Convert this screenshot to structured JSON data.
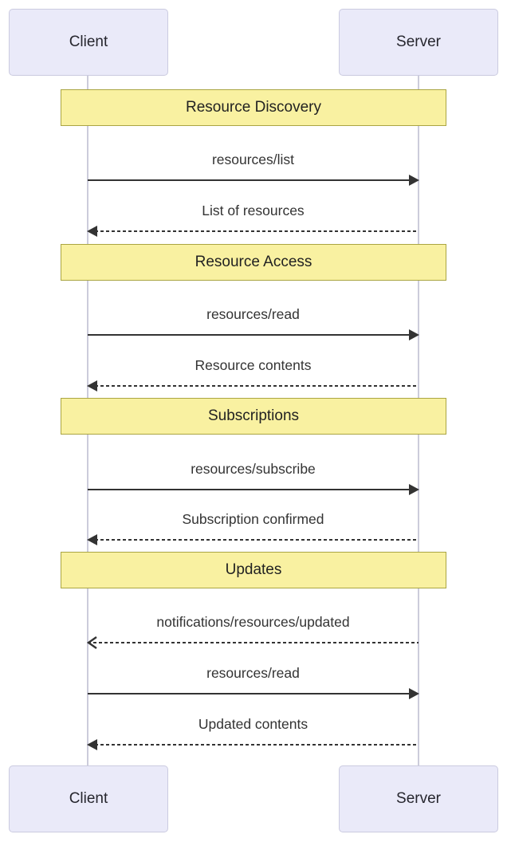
{
  "diagram": {
    "type": "sequence",
    "actors": [
      {
        "id": "client",
        "label": "Client"
      },
      {
        "id": "server",
        "label": "Server"
      }
    ],
    "sections": [
      {
        "label": "Resource Discovery"
      },
      {
        "label": "Resource Access"
      },
      {
        "label": "Subscriptions"
      },
      {
        "label": "Updates"
      }
    ],
    "messages": [
      {
        "label": "resources/list",
        "from": "Client",
        "to": "Server",
        "line": "solid",
        "head": "filled"
      },
      {
        "label": "List of resources",
        "from": "Server",
        "to": "Client",
        "line": "dashed",
        "head": "filled"
      },
      {
        "label": "resources/read",
        "from": "Client",
        "to": "Server",
        "line": "solid",
        "head": "filled"
      },
      {
        "label": "Resource contents",
        "from": "Server",
        "to": "Client",
        "line": "dashed",
        "head": "filled"
      },
      {
        "label": "resources/subscribe",
        "from": "Client",
        "to": "Server",
        "line": "solid",
        "head": "filled"
      },
      {
        "label": "Subscription confirmed",
        "from": "Server",
        "to": "Client",
        "line": "dashed",
        "head": "filled"
      },
      {
        "label": "notifications/resources/updated",
        "from": "Server",
        "to": "Client",
        "line": "dashed",
        "head": "open"
      },
      {
        "label": "resources/read",
        "from": "Client",
        "to": "Server",
        "line": "solid",
        "head": "filled"
      },
      {
        "label": "Updated contents",
        "from": "Server",
        "to": "Client",
        "line": "dashed",
        "head": "filled"
      }
    ],
    "colors": {
      "background": "#FFFFFF",
      "actor_fill": "#EAEAF9",
      "actor_border": "#CBCBE0",
      "section_fill": "#F9F1A1",
      "section_border": "#AAA542",
      "lifeline": "#CCCCDB",
      "arrow": "#333333",
      "text": "#333333"
    }
  }
}
